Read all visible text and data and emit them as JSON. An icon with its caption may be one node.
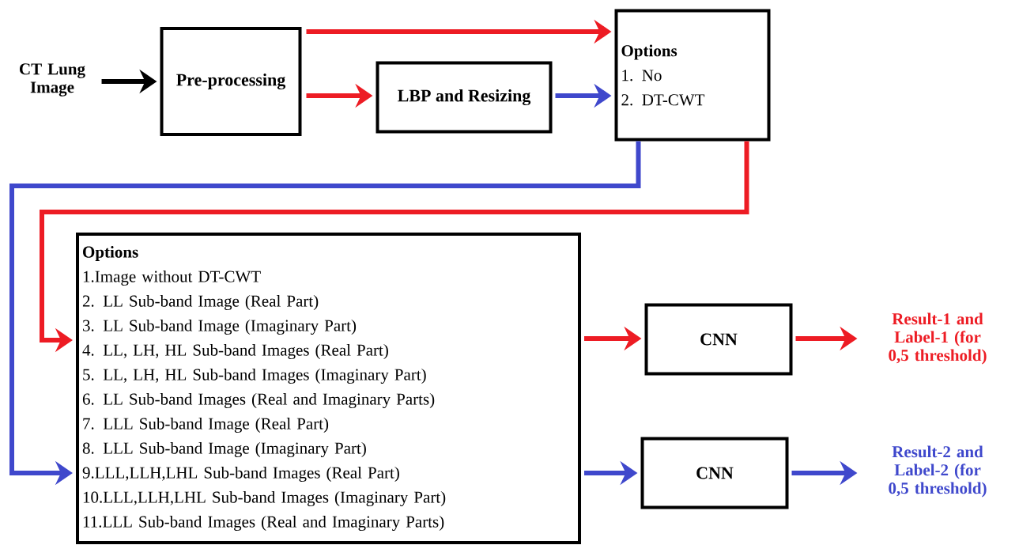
{
  "diagram": {
    "nodes": [
      {
        "text": [
          "CT Lung Image"
        ]
      },
      {
        "text": [
          "Pre-processing"
        ]
      },
      {
        "text": [
          "LBP and Resizing"
        ]
      },
      {
        "text": [
          "Options",
          "1. No",
          "2. DT-CWT"
        ]
      },
      {
        "text": [
          "Options",
          "1.Image without DT-CWT",
          "2. LL Sub-band Image (Real Part)",
          "3. LL Sub-band Image (Imaginary Part)",
          "4. LL, LH, HL Sub-band Images (Real Part)",
          "5. LL, LH, HL Sub-band Images (Imaginary Part)",
          "6. LL Sub-band Images (Real and Imaginary Parts)",
          "7. LLL Sub-band Image (Real Part)",
          "8. LLL Sub-band Image (Imaginary Part)",
          "9.LLL,LLH,LHL Sub-band Images (Real Part)",
          "10.LLL,LLH,LHL Sub-band Images (Imaginary Part)",
          "11.LLL Sub-band Images (Real and Imaginary Parts)"
        ]
      },
      {
        "text": [
          "CNN"
        ]
      },
      {
        "text": [
          "CNN"
        ]
      },
      {
        "text": [
          "Result-1 and Label-1 (for 0,5 threshold)"
        ]
      },
      {
        "text": [
          "Result-2 and Label-2 (for 0,5 threshold)"
        ]
      }
    ],
    "edges": [
      {
        "from": 0,
        "to": 1,
        "arrow": "to",
        "color": "#000000"
      },
      {
        "from": 1,
        "to": 3,
        "arrow": "to",
        "color": "#ed1c24"
      },
      {
        "from": 1,
        "to": 2,
        "arrow": "to",
        "color": "#ed1c24"
      },
      {
        "from": 2,
        "to": 3,
        "arrow": "to",
        "color": "#3f48cc"
      },
      {
        "from": 3,
        "to": 4,
        "arrow": "to",
        "color": "#ed1c24"
      },
      {
        "from": 3,
        "to": 4,
        "arrow": "to",
        "color": "#3f48cc"
      },
      {
        "from": 4,
        "to": 5,
        "arrow": "to",
        "color": "#ed1c24"
      },
      {
        "from": 5,
        "to": 7,
        "arrow": "to",
        "color": "#ed1c24"
      },
      {
        "from": 4,
        "to": 6,
        "arrow": "to",
        "color": "#3f48cc"
      },
      {
        "from": 6,
        "to": 8,
        "arrow": "to",
        "color": "#3f48cc"
      }
    ]
  }
}
